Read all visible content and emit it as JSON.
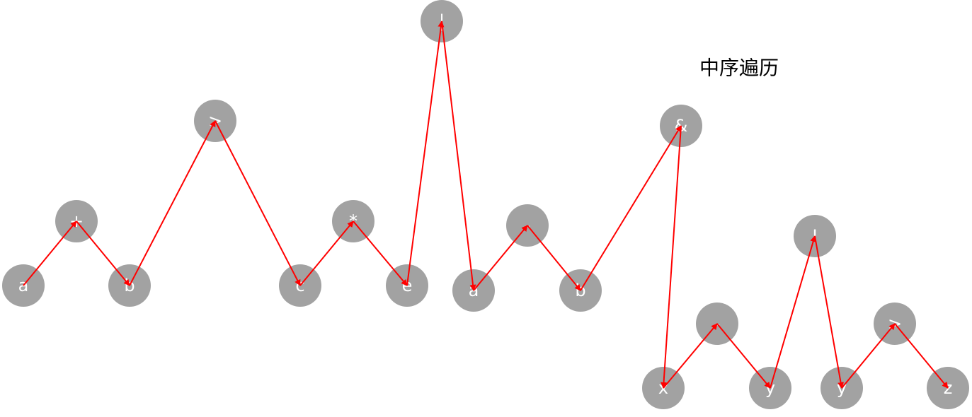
{
  "title": "中序遍历",
  "colors": {
    "node_fill": "#a2a2a2",
    "node_text": "#ffffff",
    "arrow": "#ff0000",
    "title": "#000000"
  },
  "nodes": [
    {
      "id": "n1",
      "label": "a"
    },
    {
      "id": "n2",
      "label": "+"
    },
    {
      "id": "n3",
      "label": "b"
    },
    {
      "id": "n4",
      "label": ">"
    },
    {
      "id": "n5",
      "label": "c"
    },
    {
      "id": "n6",
      "label": "*"
    },
    {
      "id": "n7",
      "label": "e"
    },
    {
      "id": "n8",
      "label": "|"
    },
    {
      "id": "n9",
      "label": "a"
    },
    {
      "id": "n10",
      "label": "-"
    },
    {
      "id": "n11",
      "label": "b"
    },
    {
      "id": "n12",
      "label": "&"
    },
    {
      "id": "n13",
      "label": "x"
    },
    {
      "id": "n14",
      "label": "-"
    },
    {
      "id": "n15",
      "label": "y"
    },
    {
      "id": "n16",
      "label": "!"
    },
    {
      "id": "n17",
      "label": "y"
    },
    {
      "id": "n18",
      "label": ">"
    },
    {
      "id": "n19",
      "label": "z"
    }
  ],
  "traversal_order": [
    "n1",
    "n2",
    "n3",
    "n4",
    "n5",
    "n6",
    "n7",
    "n8",
    "n9",
    "n10",
    "n11",
    "n12",
    "n13",
    "n14",
    "n15",
    "n16",
    "n17",
    "n18",
    "n19"
  ]
}
